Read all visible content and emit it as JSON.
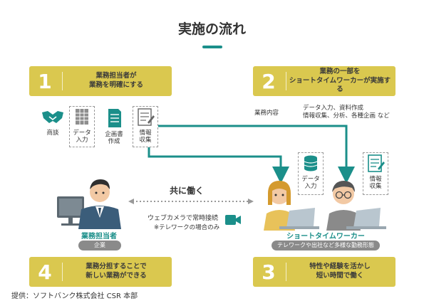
{
  "title": "実施の流れ",
  "colors": {
    "step_bg": "#dac84f",
    "teal": "#1b8f8a",
    "pill": "#8a8a8a"
  },
  "steps": [
    {
      "num": "1",
      "lines": [
        "業務担当者が",
        "業務を明確にする"
      ]
    },
    {
      "num": "2",
      "lines": [
        "業務の一部を",
        "ショートタイムワーカーが実施する"
      ]
    },
    {
      "num": "3",
      "lines": [
        "特性や経験を活かし",
        "短い時間で働く"
      ]
    },
    {
      "num": "4",
      "lines": [
        "業務分担することで",
        "新しい業務ができる"
      ]
    }
  ],
  "left_icons": [
    {
      "icon": "handshake-icon",
      "lines": [
        "商談"
      ]
    },
    {
      "icon": "database-icon",
      "lines": [
        "データ",
        "入力"
      ]
    },
    {
      "icon": "document-icon",
      "lines": [
        "企画書",
        "作成"
      ]
    },
    {
      "icon": "notepad-icon",
      "lines": [
        "情報",
        "収集"
      ]
    }
  ],
  "tasks": {
    "label": "業務内容",
    "lines": [
      "データ入力、資料作成",
      "情報収集、分析、各種企画 など"
    ]
  },
  "worker_icons": [
    {
      "icon": "database-icon",
      "lines": [
        "データ",
        "入力"
      ]
    },
    {
      "icon": "notepad-icon",
      "lines": [
        "情報",
        "収集"
      ]
    }
  ],
  "center": {
    "work_together": "共に働く",
    "webcam": "ウェブカメラで常時接続",
    "telework_note": "※テレワークの場合のみ"
  },
  "left_person": {
    "label": "業務担当者",
    "pill": "企業"
  },
  "right_person": {
    "label": "ショートタイムワーカー",
    "pill": "テレワークや出社など多様な勤務形態"
  },
  "credit": "提供：ソフトバンク株式会社 CSR 本部"
}
